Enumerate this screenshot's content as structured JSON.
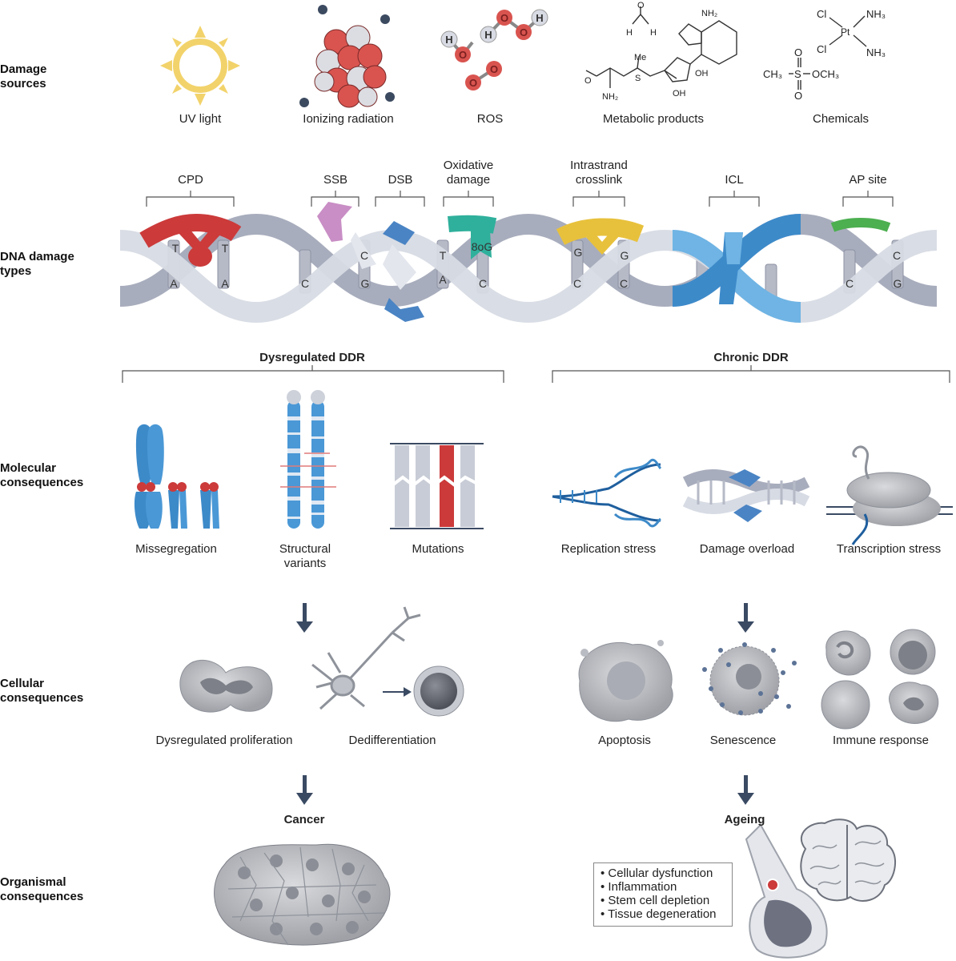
{
  "row_labels": {
    "damage_sources": [
      "Damage",
      "sources"
    ],
    "dna_damage_types": [
      "DNA damage",
      "types"
    ],
    "molecular": [
      "Molecular",
      "consequences"
    ],
    "cellular": [
      "Cellular",
      "consequences"
    ],
    "organismal": [
      "Organismal",
      "consequences"
    ]
  },
  "sources": [
    "UV light",
    "Ionizing radiation",
    "ROS",
    "Metabolic products",
    "Chemicals"
  ],
  "damage_types": {
    "cpd": "CPD",
    "ssb": "SSB",
    "dsb": "DSB",
    "oxidative": [
      "Oxidative",
      "damage"
    ],
    "intrastrand": [
      "Intrastrand",
      "crosslink"
    ],
    "icl": "ICL",
    "ap": "AP site"
  },
  "bases": {
    "cpd": [
      "T",
      "T",
      "A",
      "A"
    ],
    "ssb": [
      "C",
      "G"
    ],
    "dsb_right": "C",
    "oxidative": [
      "T",
      "8oG",
      "A",
      "C"
    ],
    "intrastrand": [
      "G",
      "G",
      "C",
      "C"
    ],
    "ap": [
      "C",
      "C",
      "G"
    ]
  },
  "branches": {
    "left": "Dysregulated DDR",
    "right": "Chronic DDR"
  },
  "molecular": {
    "missegregation": "Missegregation",
    "structural": [
      "Structural",
      "variants"
    ],
    "mutations": "Mutations",
    "replication": "Replication stress",
    "overload": "Damage overload",
    "transcription": "Transcription stress"
  },
  "cellular": {
    "proliferation": "Dysregulated proliferation",
    "dediff": "Dedifferentiation",
    "apoptosis": "Apoptosis",
    "senescence": "Senescence",
    "immune": "Immune response"
  },
  "organismal": {
    "cancer": "Cancer",
    "ageing": "Ageing",
    "ageing_list": [
      "Cellular dysfunction",
      "Inflammation",
      "Stem cell depletion",
      "Tissue degeneration"
    ]
  },
  "chem": {
    "met": [
      "Me",
      "S",
      "NH₂",
      "OH",
      "OH",
      "O",
      "NH₂",
      "H",
      "H",
      "O"
    ],
    "cis": [
      "Cl",
      "NH₃",
      "Pt",
      "Cl",
      "NH₃"
    ],
    "mms": [
      "CH₃",
      "S",
      "OCH₃",
      "O",
      "O"
    ],
    "ros_atoms": [
      "H",
      "O",
      "H",
      "O",
      "O",
      "H",
      "O",
      "O"
    ]
  },
  "colors": {
    "cpd": "#cc3a3a",
    "ssb": "#c98ec5",
    "dsb": "#4a84c4",
    "oxid": "#2fb09c",
    "intra": "#e8c13c",
    "icl": "#6fb4e4",
    "ap": "#4caf50",
    "arrow": "#3a4a63"
  }
}
